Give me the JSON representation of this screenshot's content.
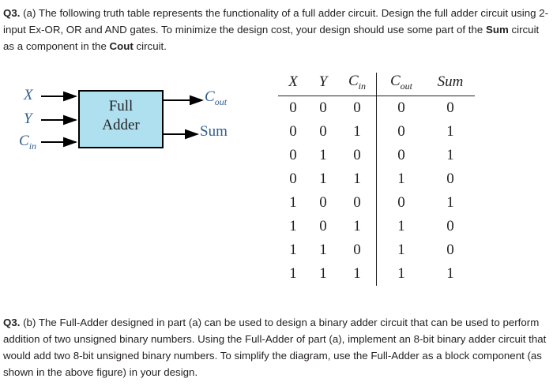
{
  "question_a": {
    "label": "Q3.",
    "text": " (a) The following truth table represents the functionality of a full adder circuit. Design the full adder circuit using 2-input Ex-OR, OR and AND gates. To minimize the design cost, your design should use some part of the ",
    "bold_1": "Sum",
    "mid": " circuit as a component in the ",
    "bold_2": "Cout",
    "tail": " circuit."
  },
  "question_b": {
    "label": "Q3.",
    "text": " (b) The Full-Adder designed in part (a) can be used to design a binary adder circuit that can be used to perform addition of two unsigned binary numbers. Using the Full-Adder of part (a), implement an 8-bit binary adder circuit that would add two 8-bit unsigned binary numbers. To simplify the diagram, use the Full-Adder as a block component (as shown in the above figure) in your design."
  },
  "diagram": {
    "block_line1": "Full",
    "block_line2": "Adder",
    "inputs": [
      {
        "name": "X",
        "sub": ""
      },
      {
        "name": "Y",
        "sub": ""
      },
      {
        "name": "C",
        "sub": "in"
      }
    ],
    "outputs": [
      {
        "name": "C",
        "sub": "out"
      },
      {
        "name": "Sum",
        "sub": ""
      }
    ],
    "block_fill": "#aee0ef",
    "label_color": "#2f5f8f"
  },
  "truth_table": {
    "headers": [
      {
        "name": "X",
        "sub": ""
      },
      {
        "name": "Y",
        "sub": ""
      },
      {
        "name": "C",
        "sub": "in"
      },
      {
        "name": "C",
        "sub": "out"
      },
      {
        "name": "Sum",
        "sub": ""
      }
    ],
    "rows": [
      [
        "0",
        "0",
        "0",
        "0",
        "0"
      ],
      [
        "0",
        "0",
        "1",
        "0",
        "1"
      ],
      [
        "0",
        "1",
        "0",
        "0",
        "1"
      ],
      [
        "0",
        "1",
        "1",
        "1",
        "0"
      ],
      [
        "1",
        "0",
        "0",
        "0",
        "1"
      ],
      [
        "1",
        "0",
        "1",
        "1",
        "0"
      ],
      [
        "1",
        "1",
        "0",
        "1",
        "0"
      ],
      [
        "1",
        "1",
        "1",
        "1",
        "1"
      ]
    ]
  }
}
